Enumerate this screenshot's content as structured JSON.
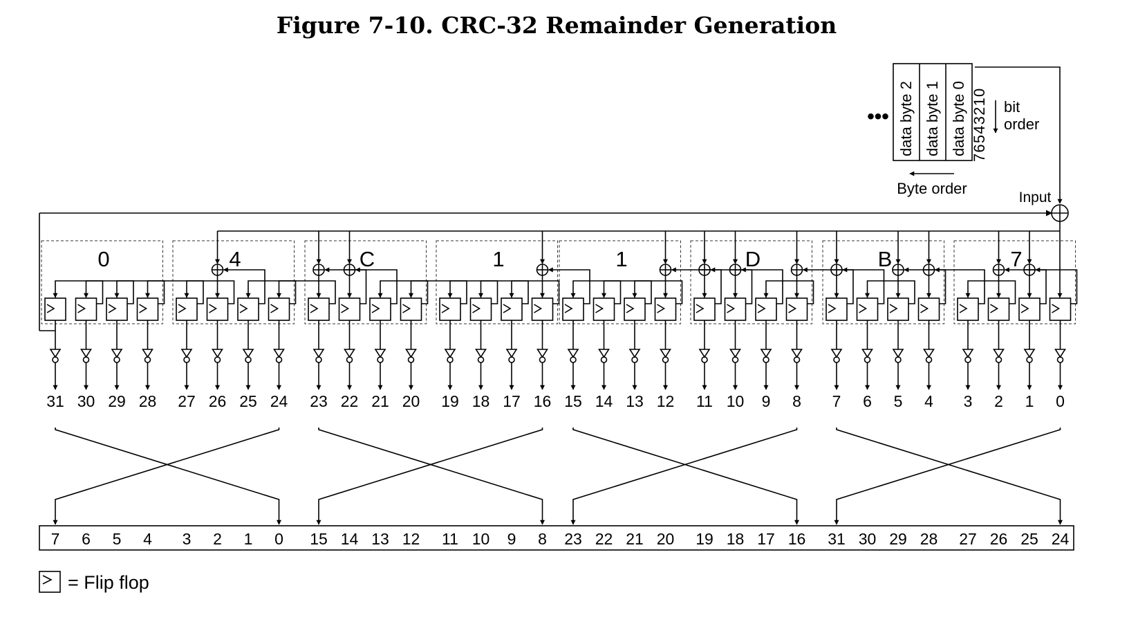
{
  "title": "Figure 7-10.  CRC-32 Remainder Generation",
  "input_bytes": {
    "ellipsis": "•••",
    "bytes": [
      "data byte 2",
      "data byte 1",
      "data byte 0"
    ],
    "bit_numbers": "76543210",
    "bit_order_label": [
      "bit",
      "order"
    ],
    "byte_order_label": "Byte order",
    "input_label": "Input"
  },
  "nibble_groups": [
    "0",
    "4",
    "C",
    "1",
    "1",
    "D",
    "B",
    "7"
  ],
  "register_bits": [
    "31",
    "30",
    "29",
    "28",
    "27",
    "26",
    "25",
    "24",
    "23",
    "22",
    "21",
    "20",
    "19",
    "18",
    "17",
    "16",
    "15",
    "14",
    "13",
    "12",
    "11",
    "10",
    "9",
    "8",
    "7",
    "6",
    "5",
    "4",
    "3",
    "2",
    "1",
    "0"
  ],
  "feedback_taps": [
    26,
    23,
    22,
    16,
    12,
    11,
    10,
    8,
    7,
    5,
    4,
    2,
    1
  ],
  "output_bits": [
    "7",
    "6",
    "5",
    "4",
    "3",
    "2",
    "1",
    "0",
    "15",
    "14",
    "13",
    "12",
    "11",
    "10",
    "9",
    "8",
    "23",
    "22",
    "21",
    "20",
    "19",
    "18",
    "17",
    "16",
    "31",
    "30",
    "29",
    "28",
    "27",
    "26",
    "25",
    "24"
  ],
  "legend": {
    "text": "= Flip flop",
    "icon": "flip-flop-icon"
  }
}
